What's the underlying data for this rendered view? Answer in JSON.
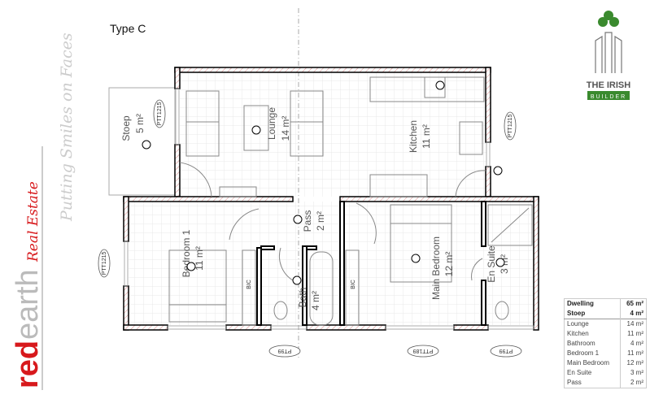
{
  "title": "Type C",
  "branding": {
    "agency_red": "red",
    "agency_grey": "earth",
    "agency_sub": "Real Estate",
    "slogan": "Putting Smiles on Faces",
    "builder_line1": "THE IRISH",
    "builder_line2": "BUILDER",
    "red": "#d7191c",
    "green": "#3a8a2e"
  },
  "rooms": {
    "stoep": {
      "name": "Stoep",
      "area": "5 m²"
    },
    "lounge": {
      "name": "Lounge",
      "area": "14 m²"
    },
    "kitchen": {
      "name": "Kitchen",
      "area": "11 m²"
    },
    "pass": {
      "name": "Pass",
      "area": "2 m²"
    },
    "bedroom1": {
      "name": "Bedroom 1",
      "area": "11 m²"
    },
    "bath": {
      "name": "Bath",
      "area": "4 m²"
    },
    "main_bedroom": {
      "name": "Main Bedroom",
      "area": "12 m²"
    },
    "en_suite": {
      "name": "En Suite",
      "area": "3 m²"
    },
    "bic": "BIC"
  },
  "window_tags": {
    "stoep": "PTT1215",
    "kitchen": "PTT1215",
    "bedroom1": "PTT1215",
    "bath": "PT99",
    "main_bedroom": "PTT189",
    "en_suite": "PT99"
  },
  "area_table": {
    "totals": [
      {
        "label": "Dwelling",
        "value": "65 m²"
      },
      {
        "label": "Stoep",
        "value": "4 m²"
      }
    ],
    "rows": [
      {
        "label": "Lounge",
        "value": "14 m²"
      },
      {
        "label": "Kitchen",
        "value": "11 m²"
      },
      {
        "label": "Bathroom",
        "value": "4 m²"
      },
      {
        "label": "Bedroom 1",
        "value": "11 m²"
      },
      {
        "label": "Main Bedroom",
        "value": "12 m²"
      },
      {
        "label": "En Suite",
        "value": "3 m²"
      },
      {
        "label": "Pass",
        "value": "2 m²"
      }
    ]
  }
}
